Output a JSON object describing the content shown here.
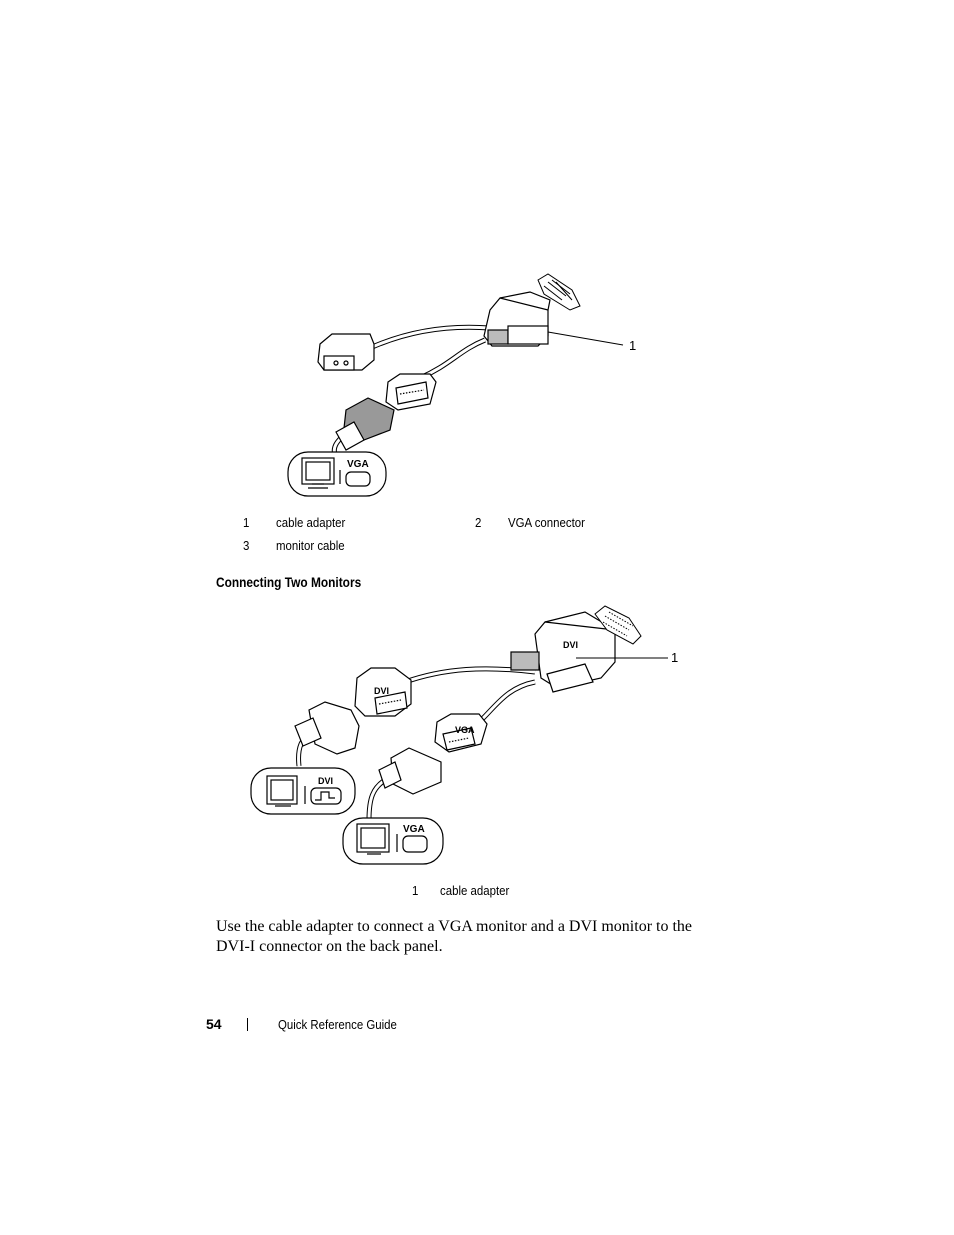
{
  "figure1": {
    "port_label": "VGA",
    "callout": "1",
    "legend": [
      {
        "num": "1",
        "label": "cable adapter"
      },
      {
        "num": "2",
        "label": "VGA connector"
      },
      {
        "num": "3",
        "label": "monitor cable"
      }
    ]
  },
  "section_heading": "Connecting Two Monitors",
  "figure2": {
    "adapter_label": "DVI",
    "dvi_plug_label": "DVI",
    "vga_plug_label": "VGA",
    "dvi_port_label": "DVI",
    "vga_port_label": "VGA",
    "callout": "1",
    "legend": [
      {
        "num": "1",
        "label": "cable adapter"
      }
    ]
  },
  "paragraph": "Use the cable adapter to connect a VGA monitor and a DVI monitor to the DVI-I connector on the back panel.",
  "footer": {
    "page_number": "54",
    "title": "Quick Reference Guide"
  }
}
